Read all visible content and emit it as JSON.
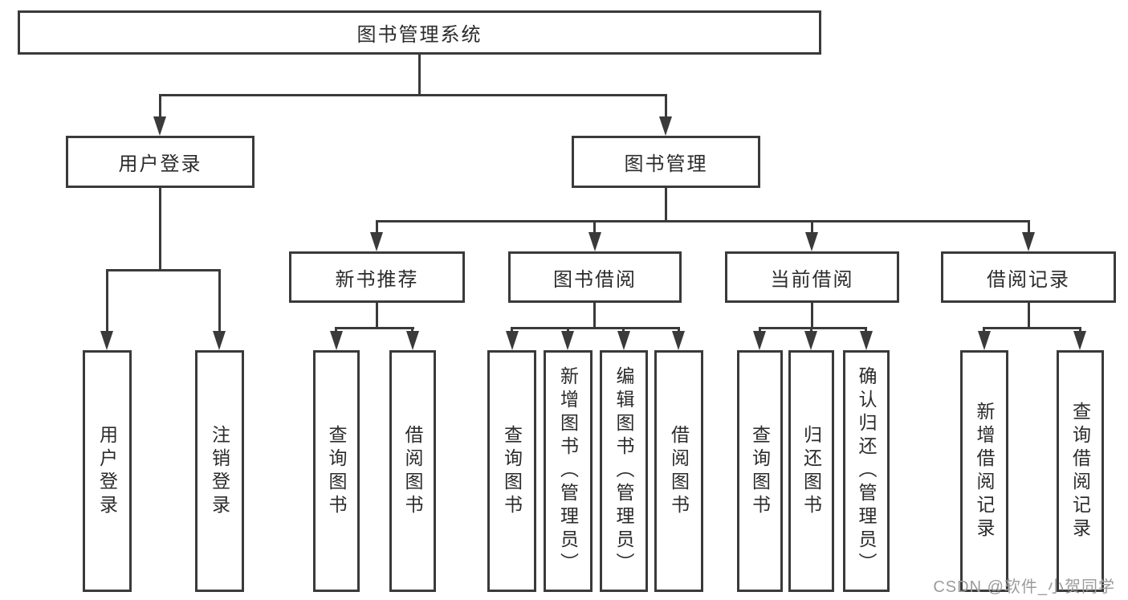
{
  "colors": {
    "line": "#3a3a3a",
    "text": "#2b2b2b",
    "bg": "#ffffff",
    "wm": "#9b9b9b"
  },
  "watermark": {
    "text": "CSDN @软件_小贺同学"
  },
  "tree": {
    "label": "图书管理系统",
    "children": [
      {
        "label": "用户登录",
        "children": [
          "用户登录",
          "注销登录"
        ]
      },
      {
        "label": "图书管理",
        "children": [
          {
            "label": "新书推荐",
            "children": [
              "查询图书",
              "借阅图书"
            ]
          },
          {
            "label": "图书借阅",
            "children": [
              "查询图书",
              "新增图书（管理员）",
              "编辑图书（管理员）",
              "借阅图书"
            ]
          },
          {
            "label": "当前借阅",
            "children": [
              "查询图书",
              "归还图书",
              "确认归还（管理员）"
            ]
          },
          {
            "label": "借阅记录",
            "children": [
              "新增借阅记录",
              "查询借阅记录"
            ]
          }
        ]
      }
    ]
  }
}
